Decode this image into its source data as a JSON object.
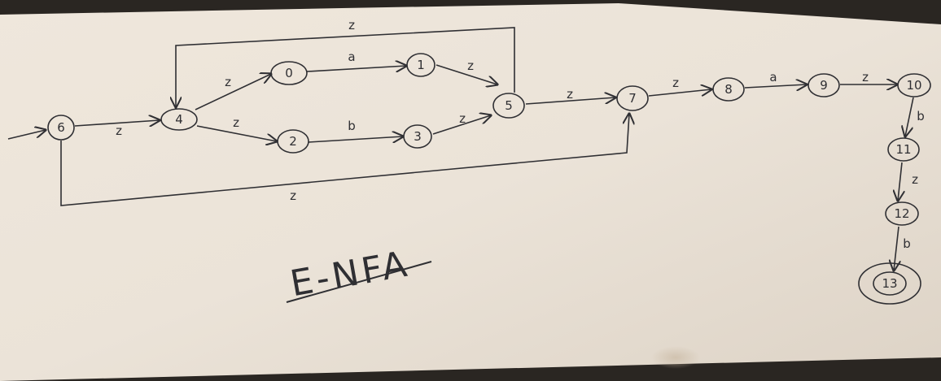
{
  "diagram": {
    "title": "E-NFA",
    "states": [
      "6",
      "4",
      "0",
      "1",
      "2",
      "3",
      "5",
      "7",
      "8",
      "9",
      "10",
      "11",
      "12",
      "13"
    ],
    "start_state": "6",
    "accept_state": "13",
    "transitions": [
      {
        "from": "6",
        "to": "4",
        "label": "z"
      },
      {
        "from": "4",
        "to": "0",
        "label": "z"
      },
      {
        "from": "4",
        "to": "2",
        "label": "z"
      },
      {
        "from": "0",
        "to": "1",
        "label": "a"
      },
      {
        "from": "2",
        "to": "3",
        "label": "b"
      },
      {
        "from": "1",
        "to": "5",
        "label": "z"
      },
      {
        "from": "3",
        "to": "5",
        "label": "z"
      },
      {
        "from": "5",
        "to": "4",
        "label": "z"
      },
      {
        "from": "5",
        "to": "7",
        "label": "z"
      },
      {
        "from": "6",
        "to": "7",
        "label": "z"
      },
      {
        "from": "7",
        "to": "8",
        "label": "z"
      },
      {
        "from": "8",
        "to": "9",
        "label": "a"
      },
      {
        "from": "9",
        "to": "10",
        "label": "z"
      },
      {
        "from": "10",
        "to": "11",
        "label": "b"
      },
      {
        "from": "11",
        "to": "12",
        "label": "z"
      },
      {
        "from": "12",
        "to": "13",
        "label": "b"
      }
    ]
  },
  "colors": {
    "ink": "#2f2f33",
    "paper": "#ebe3d8",
    "background": "#2a2622"
  }
}
